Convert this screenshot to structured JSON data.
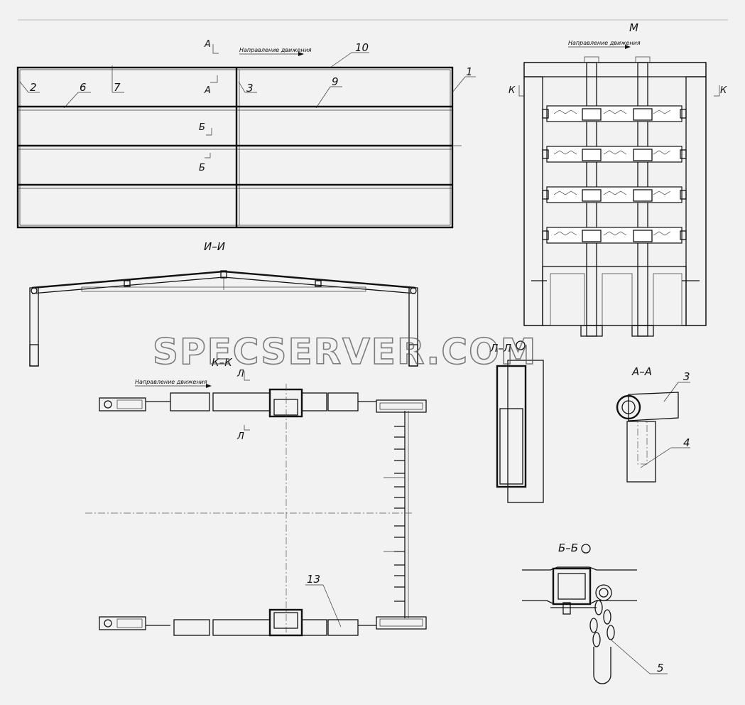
{
  "watermark": "SPECSERVER.COM",
  "views": {
    "top_plan": {
      "direction_label": "Направление движения",
      "section_A_top": "А",
      "section_A_mid": "А",
      "section_B_top": "Б",
      "section_B_bottom": "Б",
      "callouts": [
        "1",
        "2",
        "3",
        "6",
        "7",
        "9",
        "10"
      ]
    },
    "view_M": {
      "title": "М",
      "direction_label": "Направление движения",
      "section_K_left": "К",
      "section_K_right": "К"
    },
    "section_I": {
      "title": "И–И"
    },
    "section_K": {
      "title": "К–К",
      "direction_label": "Направление движения",
      "section_L_top": "Л",
      "section_L_bottom": "Л",
      "callouts": [
        "13"
      ]
    },
    "section_L": {
      "title": "Л–Л"
    },
    "section_AA": {
      "title": "А–А",
      "callouts": [
        "3",
        "4"
      ]
    },
    "section_BB": {
      "title": "Б–Б",
      "callouts": [
        "5"
      ]
    }
  }
}
